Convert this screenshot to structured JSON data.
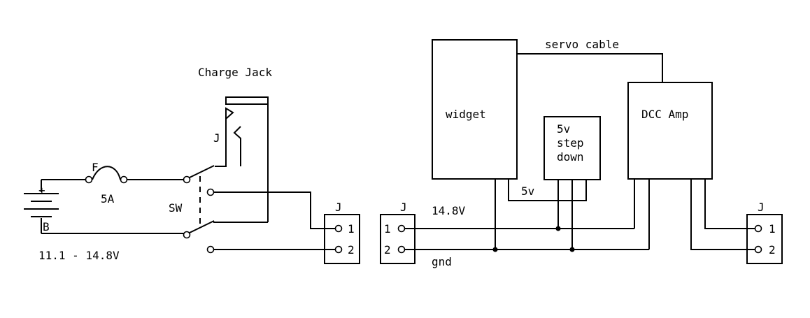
{
  "labels": {
    "charge_jack": "Charge Jack",
    "jack_j": "J",
    "battery_plus": "+",
    "battery_b": "B",
    "battery_voltage": "11.1 - 14.8V",
    "fuse_f": "F",
    "fuse_rating": "5A",
    "switch_sw": "SW",
    "conn_left_j": "J",
    "conn_left_pin1": "1",
    "conn_left_pin2": "2",
    "conn_mid_j": "J",
    "conn_mid_pin1": "1",
    "conn_mid_pin2": "2",
    "conn_right_j": "J",
    "conn_right_pin1": "1",
    "conn_right_pin2": "2",
    "rail_voltage": "14.8V",
    "rail_ground": "gnd",
    "widget": "widget",
    "servo_cable": "servo cable",
    "dcc_amp": "DCC Amp",
    "step_down_line1": "5v",
    "step_down_line2": "step",
    "step_down_line3": "down",
    "five_volt": "5v"
  }
}
